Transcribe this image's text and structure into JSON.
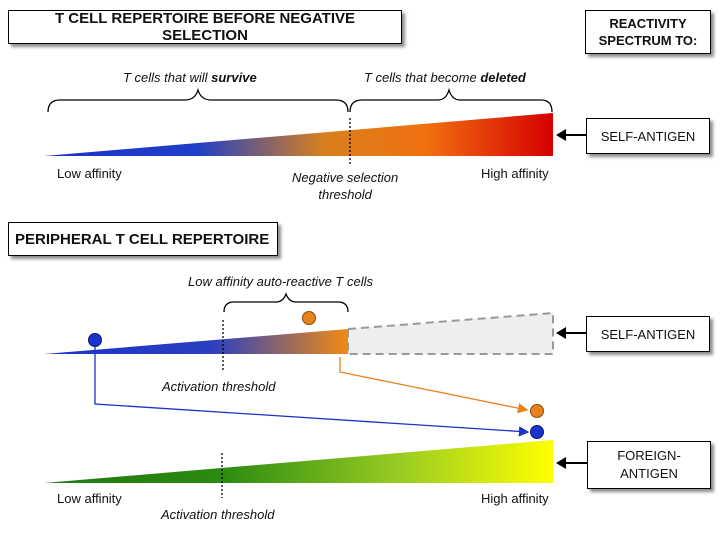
{
  "section1": {
    "title": "T CELL REPERTOIRE BEFORE NEGATIVE SELECTION",
    "survive_prefix": "T cells that will ",
    "survive_bold": "survive",
    "deleted_prefix": "T cells that become ",
    "deleted_bold": "deleted",
    "low_affinity": "Low affinity",
    "threshold_line1": "Negative selection",
    "threshold_line2": "threshold",
    "high_affinity": "High affinity",
    "target": "SELF-ANTIGEN"
  },
  "reactivity": {
    "line1": "REACTIVITY",
    "line2": "SPECTRUM TO:"
  },
  "section2": {
    "title": "PERIPHERAL T CELL REPERTOIRE",
    "autoreactive_label": "Low affinity auto-reactive T cells",
    "activation_threshold": "Activation threshold",
    "target_self": "SELF-ANTIGEN",
    "target_foreign_line1": "FOREIGN-",
    "target_foreign_line2": "ANTIGEN",
    "low_affinity": "Low affinity",
    "high_affinity": "High affinity",
    "activation_threshold_2": "Activation threshold"
  },
  "colors": {
    "blue": "#1a33c8",
    "orange": "#e8821e",
    "red": "#d40000",
    "green": "#2c8a10",
    "yellow": "#ffff00",
    "grey_fill": "#eeeeee",
    "grey_dash": "#999999"
  }
}
